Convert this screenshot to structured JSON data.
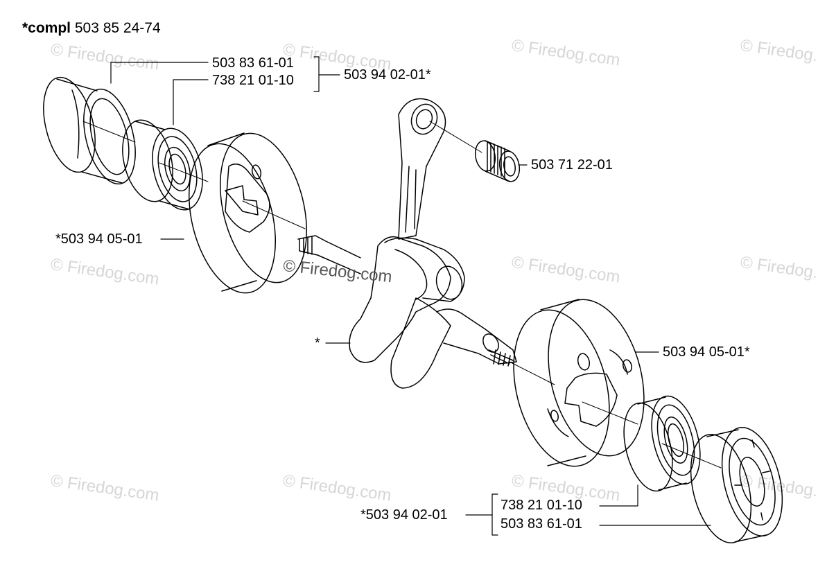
{
  "assembly": {
    "prefix": "*compl",
    "number": "503 85 24-74"
  },
  "labels": {
    "bearing_outer_left": "503 83 61-01",
    "bearing_inner_left": "738 21 01-10",
    "kit_left": "503 94 02-01*",
    "needle_bearing": "503 71 22-01",
    "crank_half_left": "*503 94 05-01",
    "crankshaft_star": "*",
    "crank_half_right": "503 94 05-01*",
    "bearing_inner_right": "738 21 01-10",
    "bearing_outer_right": "503 83 61-01",
    "kit_right": "*503 94 02-01"
  },
  "watermark": "© Firedog.com"
}
